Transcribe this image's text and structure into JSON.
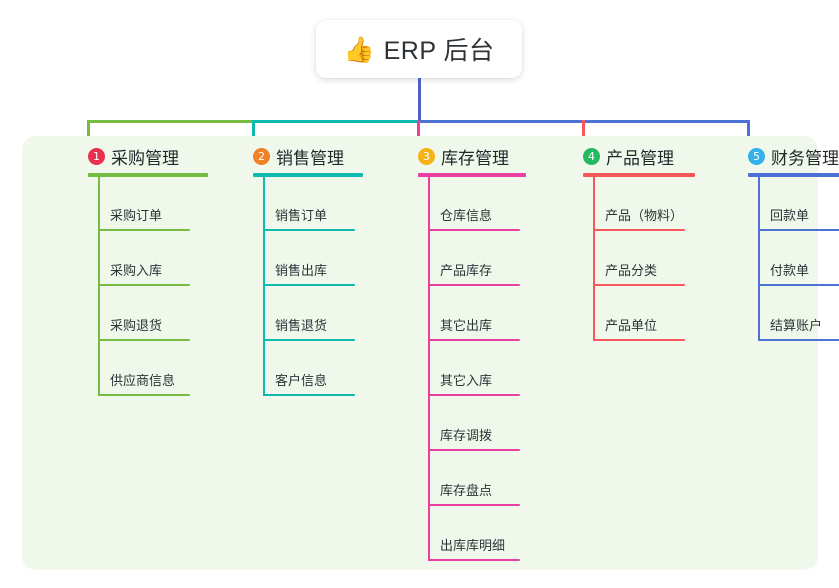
{
  "root": {
    "icon": "thumbs-up-icon",
    "emoji": "👍",
    "title": "ERP 后台"
  },
  "palette": {
    "panel_bg": "#eff8ea",
    "page_bg": "#ffffff",
    "text": "#2f3338",
    "root_trunk": "#4d5fc4"
  },
  "branches": [
    {
      "index": "1",
      "title": "采购管理",
      "color": "#76bc43",
      "badge_color": "#e8304f",
      "items": [
        "采购订单",
        "采购入库",
        "采购退货",
        "供应商信息"
      ]
    },
    {
      "index": "2",
      "title": "销售管理",
      "color": "#0fb9ad",
      "badge_color": "#f08128",
      "items": [
        "销售订单",
        "销售出库",
        "销售退货",
        "客户信息"
      ]
    },
    {
      "index": "3",
      "title": "库存管理",
      "color": "#e93fa0",
      "badge_color": "#f5b316",
      "items": [
        "仓库信息",
        "产品库存",
        "其它出库",
        "其它入库",
        "库存调拨",
        "库存盘点",
        "出库库明细"
      ]
    },
    {
      "index": "4",
      "title": "产品管理",
      "color": "#f8585b",
      "badge_color": "#24b861",
      "items": [
        "产品（物料）",
        "产品分类",
        "产品单位"
      ]
    },
    {
      "index": "5",
      "title": "财务管理",
      "color": "#4d72d6",
      "badge_color": "#35b0e8",
      "items": [
        "回款单",
        "付款单",
        "结算账户"
      ]
    }
  ]
}
